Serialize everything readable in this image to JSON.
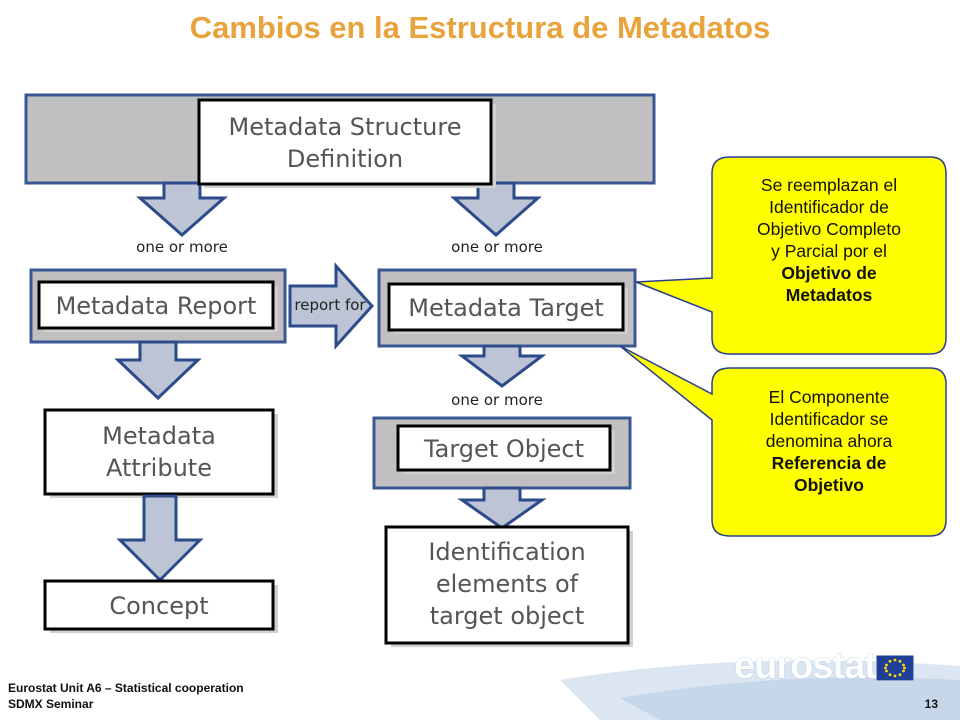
{
  "slide": {
    "title": "Cambios en la Estructura de Metadatos",
    "colors": {
      "title": "#e8a33c",
      "callout_fill": "#ffff00",
      "callout_stroke": "#2a3f8f",
      "arrow_fill": "#bcc4d6",
      "arrow_stroke": "#2d4a8a"
    }
  },
  "diagram": {
    "nodes": {
      "msd_line1": "Metadata Structure",
      "msd_line2": "Definition",
      "report": "Metadata Report",
      "target": "Metadata Target",
      "attribute_line1": "Metadata",
      "attribute_line2": "Attribute",
      "concept": "Concept",
      "target_object": "Target Object",
      "ident_line1": "Identification",
      "ident_line2": "elements of",
      "ident_line3": "target object"
    },
    "connectors": {
      "one_or_more_left": "one or more",
      "one_or_more_right": "one or more",
      "one_or_more_target": "one or more",
      "report_for": "report for"
    }
  },
  "callouts": {
    "top": {
      "line1": "Se reemplazan el",
      "line2": "Identificador de",
      "line3": "Objetivo Completo",
      "line4": "y Parcial por el",
      "bold1": "Objetivo de",
      "bold2": "Metadatos"
    },
    "bottom": {
      "line1": "El Componente",
      "line2": "Identificador se",
      "line3": "denomina ahora",
      "bold1": "Referencia de",
      "bold2": "Objetivo"
    }
  },
  "footer": {
    "line1": "Eurostat Unit A6 – Statistical cooperation",
    "line2": "SDMX Seminar",
    "page_number": "13",
    "logo_text": "eurostat",
    "flag_icon": "eu-flag-icon"
  }
}
